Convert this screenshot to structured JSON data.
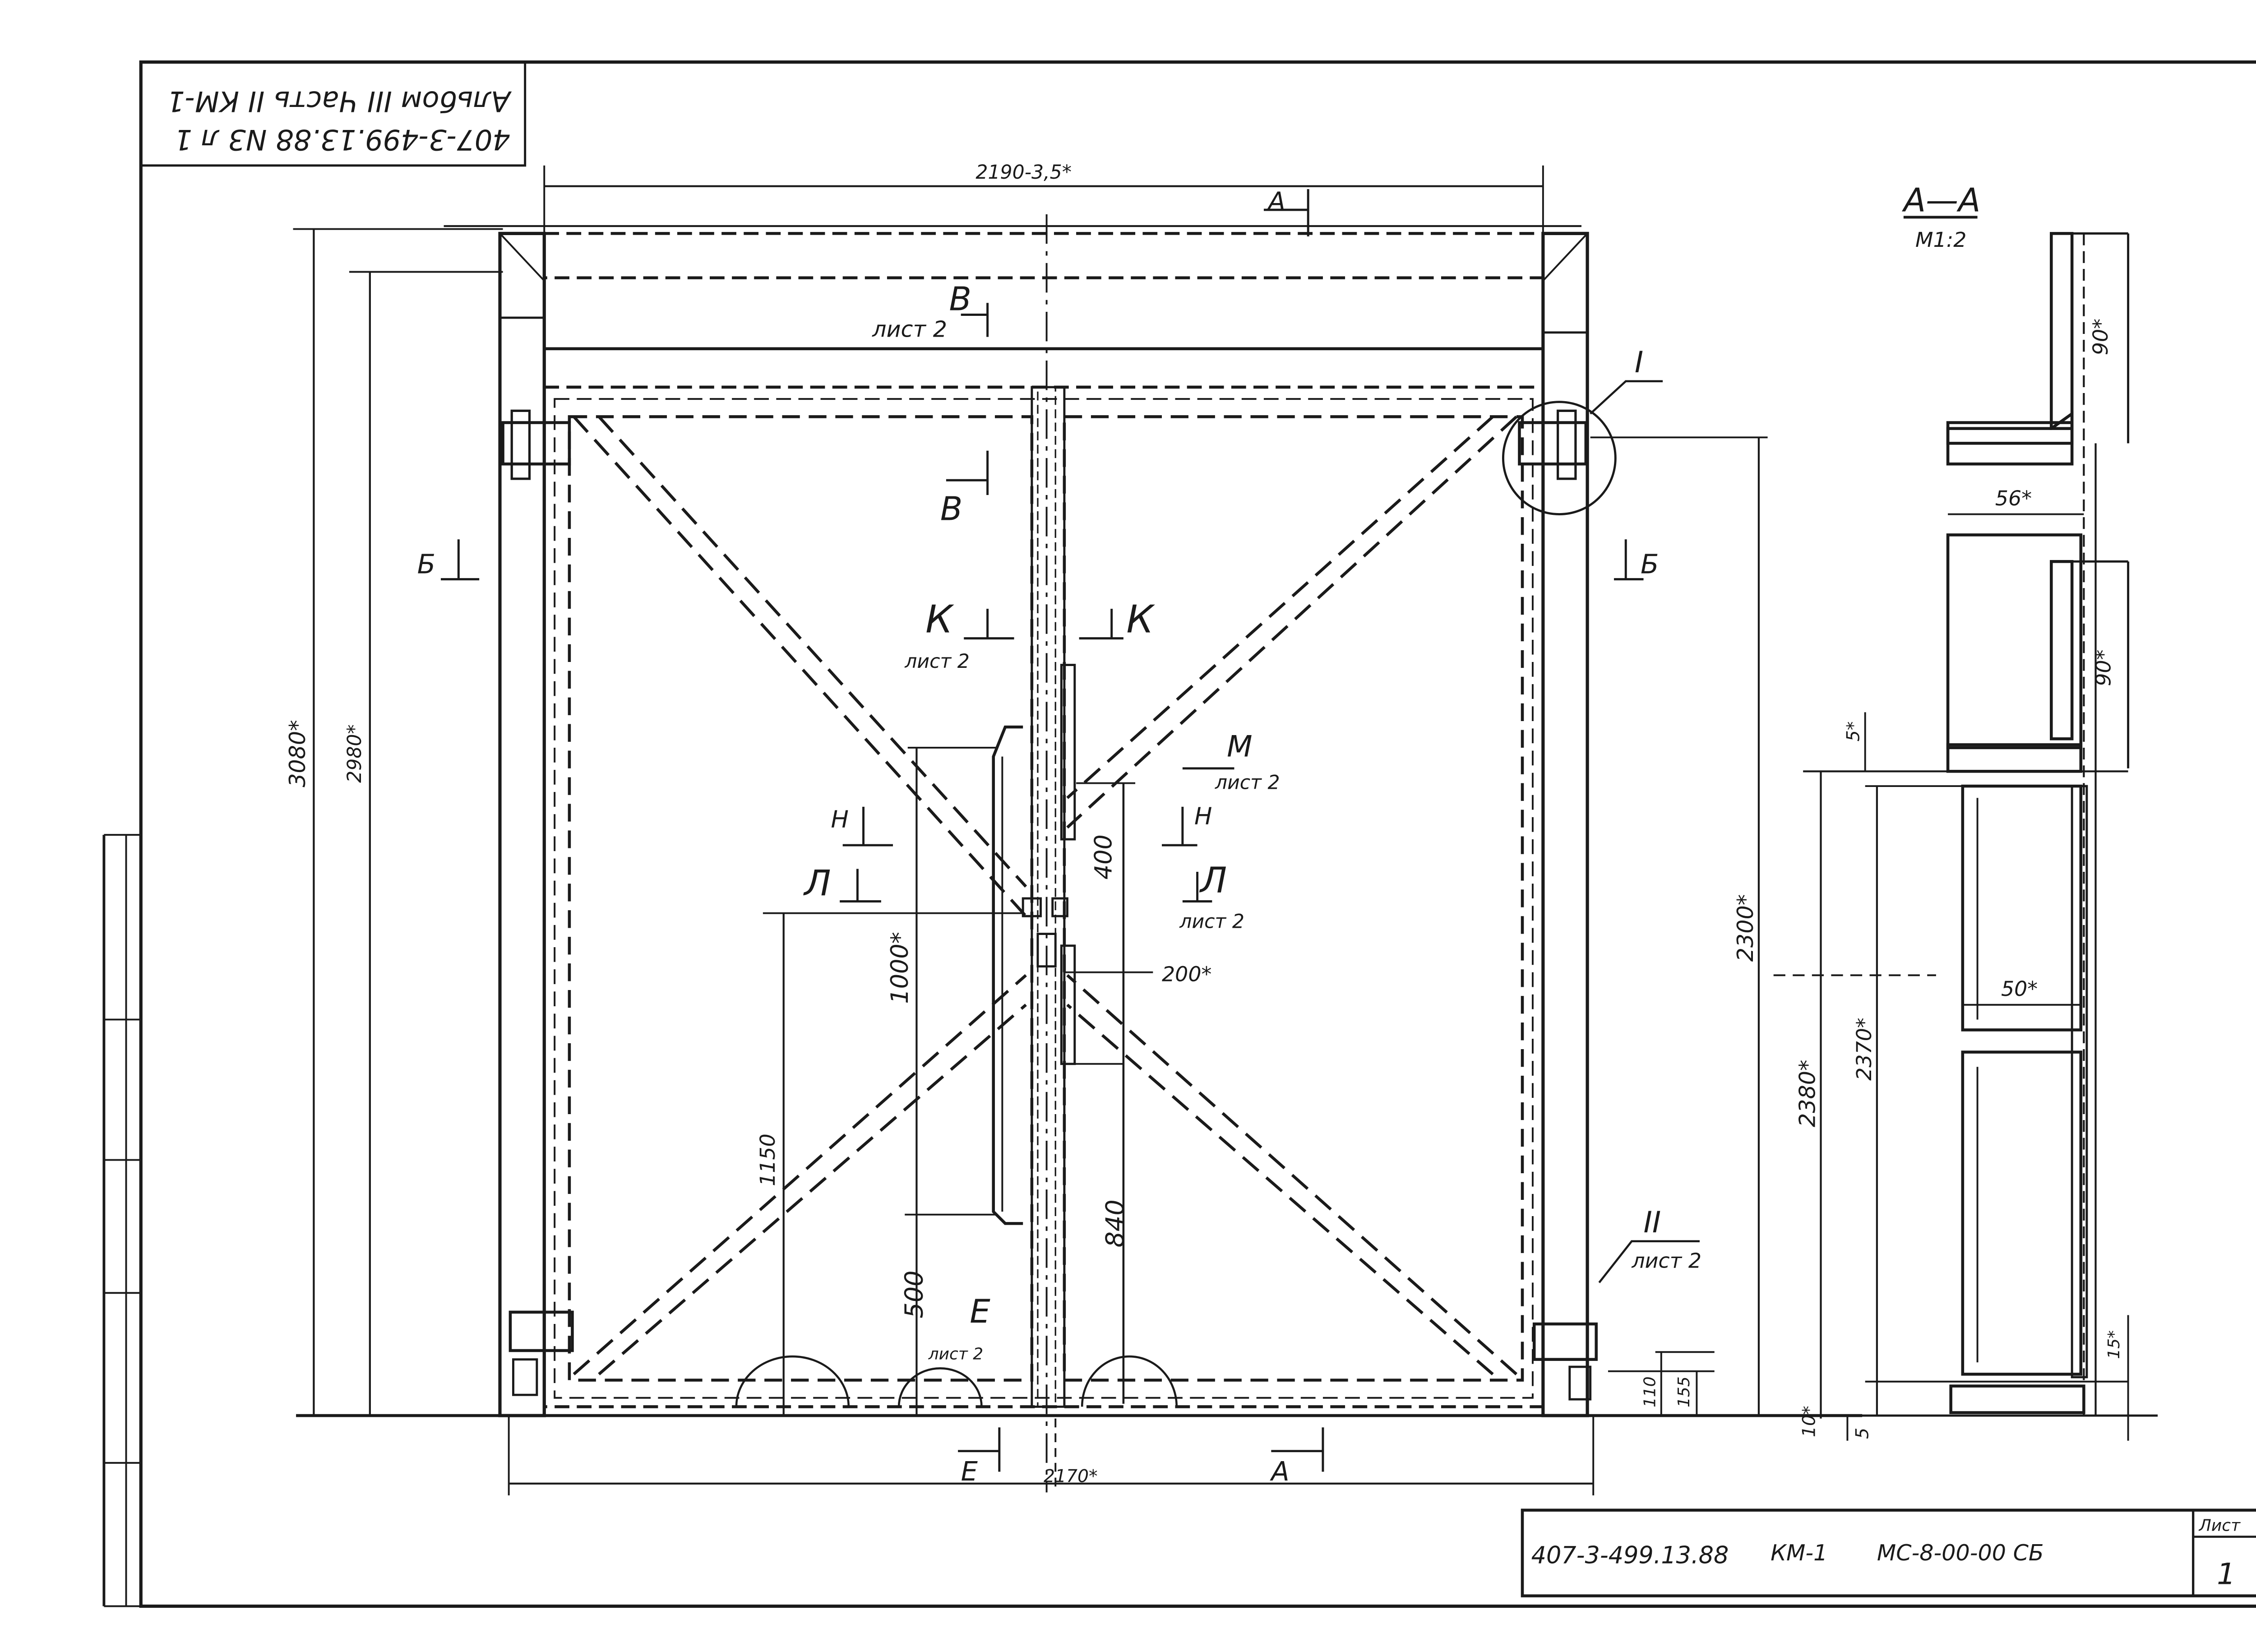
{
  "rotated_stamp": {
    "line1": "407-3-499.13.88   N3 л 1",
    "line2": "Альбом III Часть II   КМ-1"
  },
  "section_aa": {
    "title": "А—А",
    "scale": "М1:2"
  },
  "dimensions": {
    "top_width": "2190-3,5*",
    "bottom_width": "2170*",
    "height_outer": "3080*",
    "height_inner": "2980*",
    "height_right": "2300*",
    "d1000": "1000*",
    "d1150": "1150",
    "d500": "500",
    "d400": "400",
    "d200": "200*",
    "d840": "840",
    "d110": "110",
    "d155": "155",
    "d2370": "2370*",
    "d2380": "2380*",
    "d10": "10*",
    "d5": "5",
    "d5s": "5*",
    "d15": "15*",
    "d90a": "90*",
    "d90b": "90*",
    "d56": "56*",
    "d50": "50*"
  },
  "section_marks": {
    "a_top": "А",
    "a_bottom": "А",
    "v_top": "В",
    "v_top_sheet": "лист 2",
    "v_mid": "В",
    "b_left": "Б",
    "b_right": "Б",
    "k_left": "К",
    "k_left_sheet": "лист 2",
    "k_right": "К",
    "m": "М",
    "m_sheet": "лист 2",
    "n_left": "Н",
    "n_right": "Н",
    "l_left": "Л",
    "l_right": "Л",
    "l_sheet": "лист 2",
    "e": "Е",
    "e_sheet": "лист 2",
    "e_bottom": "Е",
    "node_1": "I",
    "node_2": "II",
    "node_2_sheet": "лист 2"
  },
  "title_block": {
    "code": "407-3-499.13.88",
    "series": "КМ-1",
    "drawing": "МС-8-00-00 СБ",
    "sheet_label": "Лист",
    "sheet_number": "1"
  }
}
